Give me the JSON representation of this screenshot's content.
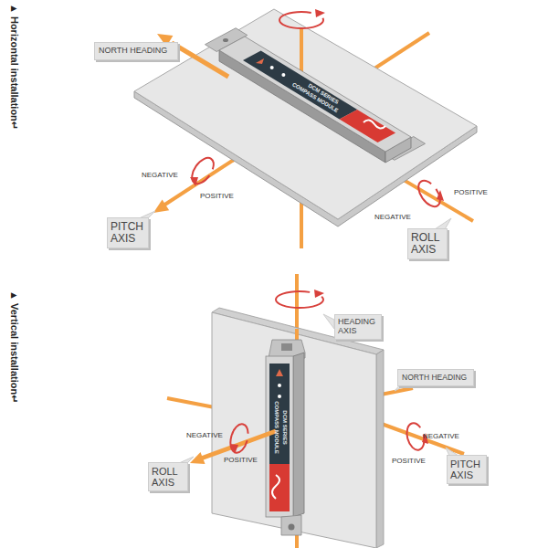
{
  "diagram": {
    "nodes": [
      {
        "text": [
          "NORTH HEADING"
        ]
      },
      {
        "text": [
          "PITCH AXIS"
        ]
      },
      {
        "text": [
          "ROLL AXIS"
        ]
      },
      {
        "text": [
          "HEADING AXIS"
        ]
      },
      {
        "text": [
          "NORTH HEADING"
        ]
      },
      {
        "text": [
          "ROLL AXIS"
        ]
      },
      {
        "text": [
          "PITCH AXIS"
        ]
      }
    ],
    "labels": [
      "▲ Horizontal installation↵",
      "NEGATIVE",
      "POSITIVE",
      "POSITIVE",
      "NEGATIVE",
      "DCM SERIES",
      "COMPASS MODULE",
      "▲ Vertical installation↵",
      "NEGATIVE",
      "POSITIVE",
      "NEGATIVE",
      "POSITIVE",
      "DCM SERIES",
      "COMPASS MODULE"
    ]
  }
}
